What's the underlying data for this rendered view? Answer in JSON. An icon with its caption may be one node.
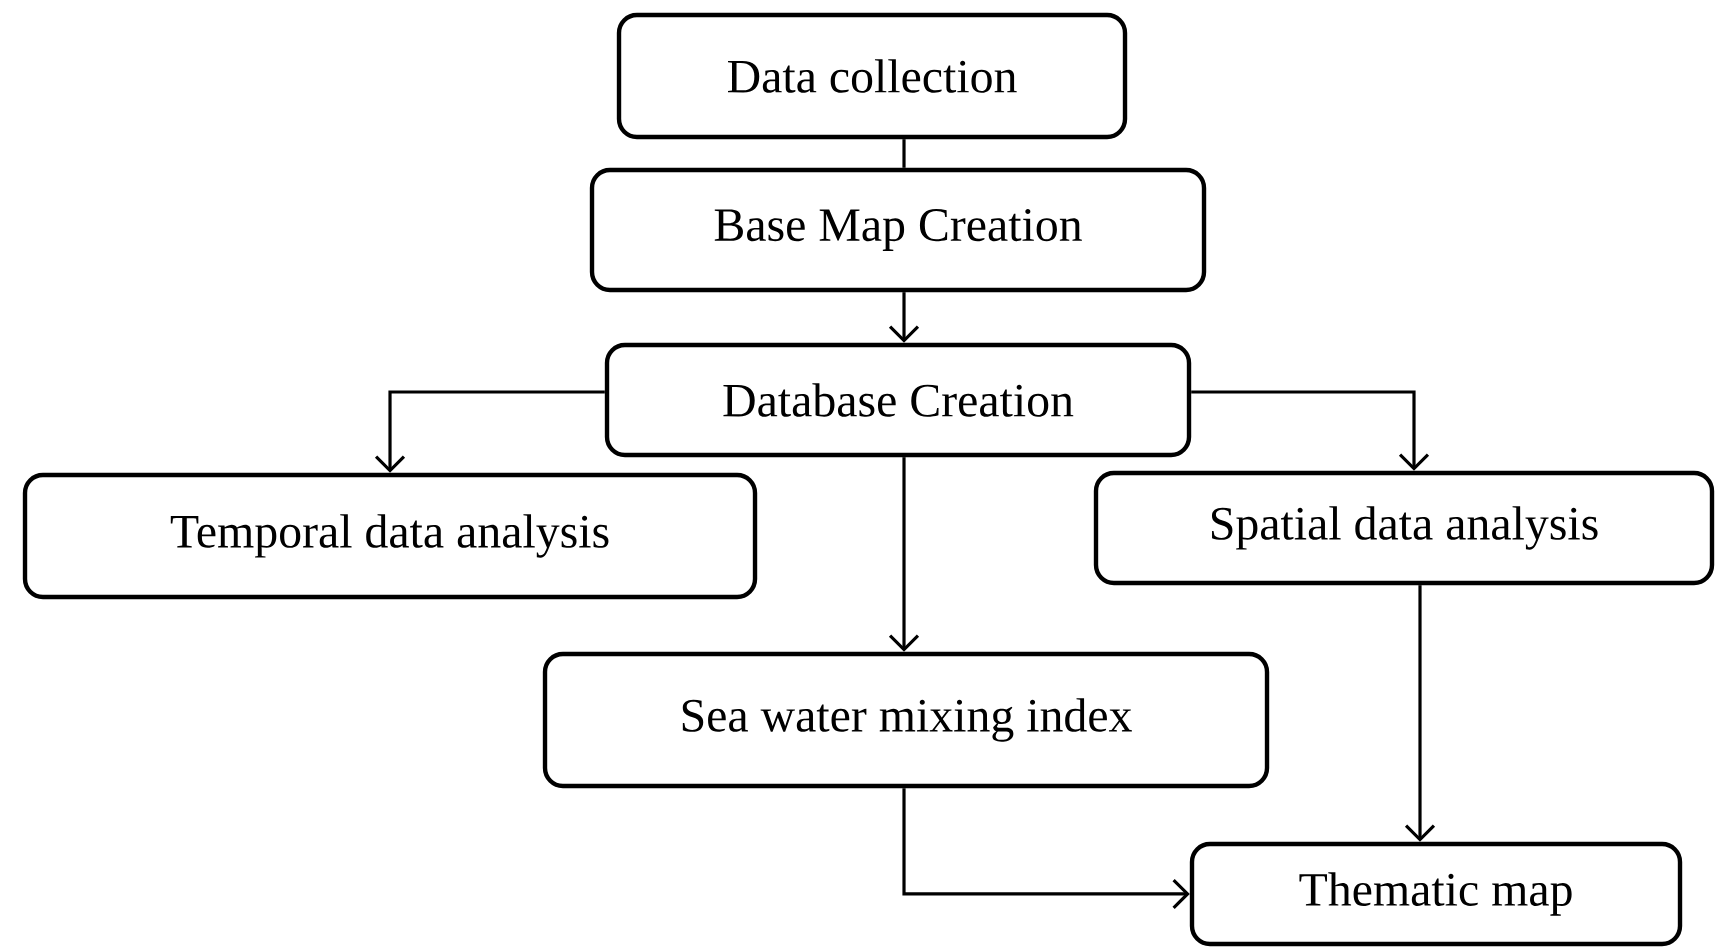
{
  "diagram": {
    "nodes": [
      {
        "text": [
          "Data collection"
        ]
      },
      {
        "text": [
          "Base Map Creation"
        ]
      },
      {
        "text": [
          "Database Creation"
        ]
      },
      {
        "text": [
          "Temporal data analysis"
        ]
      },
      {
        "text": [
          "Spatial data analysis"
        ]
      },
      {
        "text": [
          "Sea water mixing index"
        ]
      },
      {
        "text": [
          "Thematic map"
        ]
      }
    ],
    "edges": [
      {
        "from": 0,
        "to": 1,
        "arrow": "none"
      },
      {
        "from": 1,
        "to": 2,
        "arrow": "to"
      },
      {
        "from": 2,
        "to": 3,
        "arrow": "to"
      },
      {
        "from": 2,
        "to": 4,
        "arrow": "to"
      },
      {
        "from": 2,
        "to": 5,
        "arrow": "to"
      },
      {
        "from": 5,
        "to": 6,
        "arrow": "to"
      },
      {
        "from": 4,
        "to": 6,
        "arrow": "to"
      }
    ]
  }
}
